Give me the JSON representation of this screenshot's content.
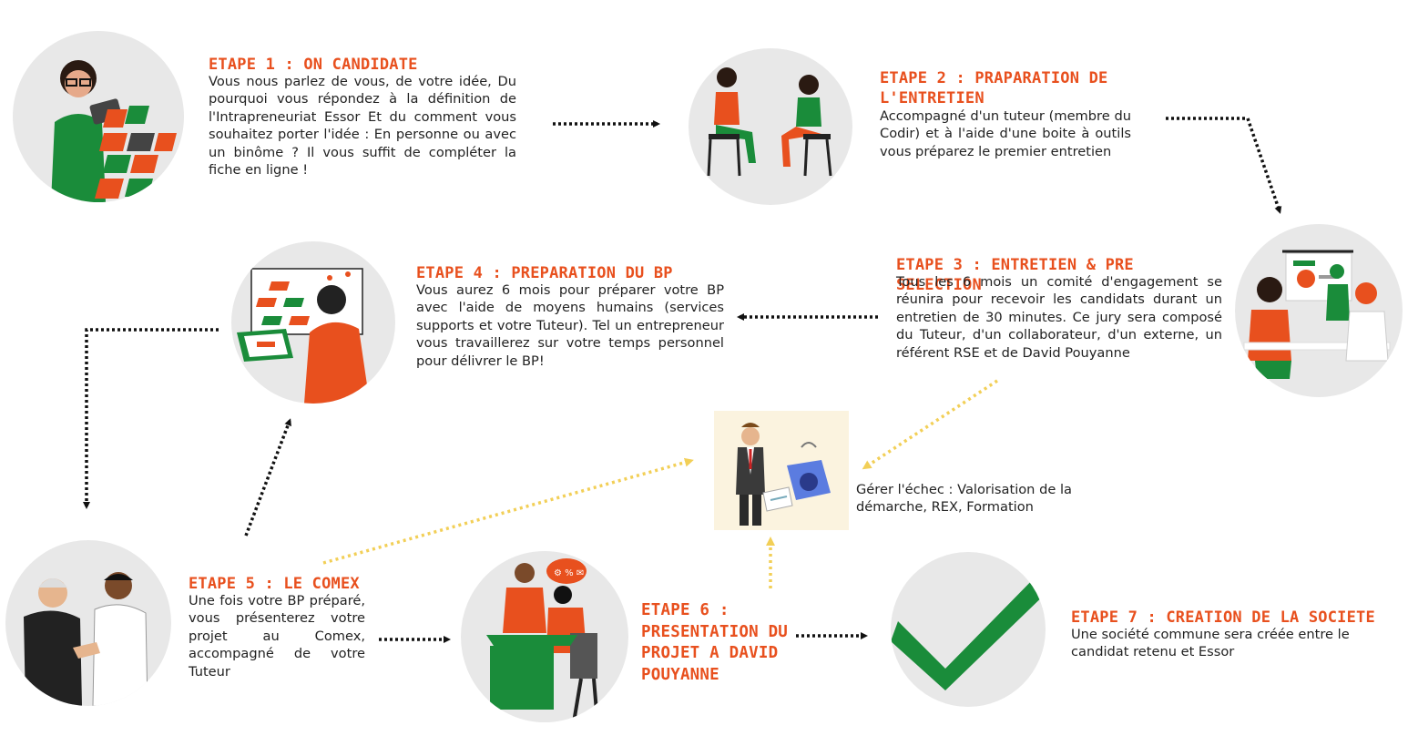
{
  "colors": {
    "accent": "#e8501e",
    "green": "#1a8c3a",
    "black_arrow": "#111111",
    "yellow_arrow": "#f2cf57",
    "circle_bg": "#e8e8e8"
  },
  "steps": [
    {
      "title": "ETAPE 1 : ON CANDIDATE",
      "body": "Vous nous parlez de vous, de votre idée, Du pourquoi vous répondez à la définition de l'Intrapreneuriat Essor Et du comment vous souhaitez porter l'idée : En personne ou avec un binôme ? Il vous suffit de compléter la fiche en ligne !"
    },
    {
      "title": "ETAPE 2 : PRAPARATION DE L'ENTRETIEN",
      "body": "Accompagné d'un tuteur (membre du Codir) et à l'aide d'une boite à outils vous préparez le premier entretien"
    },
    {
      "title": "ETAPE 3 : ENTRETIEN & PRE SELECTION",
      "body": "Tous les 6 mois un comité d'engagement se réunira pour recevoir les candidats durant un entretien de 30 minutes. Ce jury sera composé du Tuteur, d'un collaborateur, d'un externe, un référent RSE et de David Pouyanne"
    },
    {
      "title": "ETAPE 4 : PREPARATION DU BP",
      "body": "Vous aurez 6 mois pour préparer votre BP avec l'aide de moyens humains (services supports et votre Tuteur). Tel un entrepreneur vous travaillerez sur votre temps personnel pour délivrer le BP!"
    },
    {
      "title": "ETAPE 5 : LE COMEX",
      "body": "Une fois votre BP préparé, vous présenterez votre projet au Comex, accompagné de votre Tuteur"
    },
    {
      "title": "ETAPE 6 : PRESENTATION DU PROJET A DAVID POUYANNE",
      "body": ""
    },
    {
      "title": "ETAPE 7 : CREATION DE LA SOCIETE",
      "body": "Une société commune sera créée entre le candidat retenu et Essor"
    }
  ],
  "failure": {
    "text": "Gérer l'échec : Valorisation de la démarche, REX, Formation"
  }
}
